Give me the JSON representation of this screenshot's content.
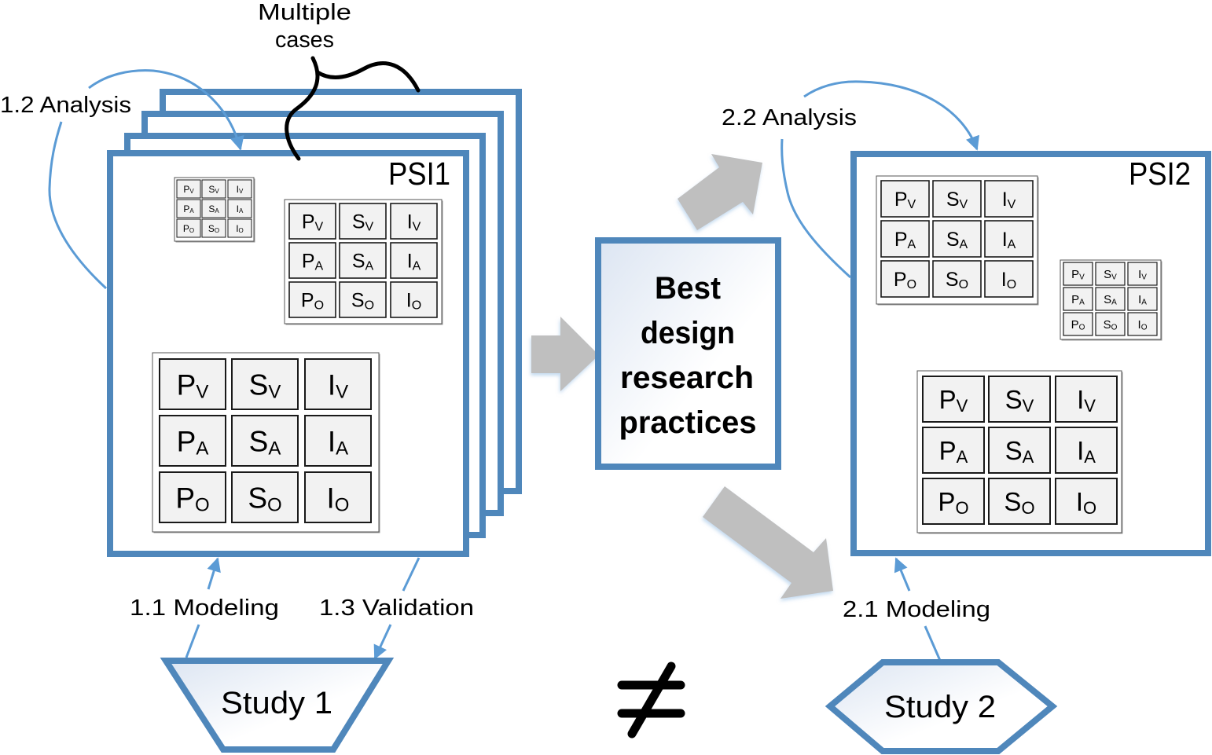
{
  "annotation": {
    "line1": "Multiple",
    "line2": "cases"
  },
  "psi1": {
    "label": "PSI1"
  },
  "psi2": {
    "label": "PSI2"
  },
  "steps": {
    "s1_1": "1.1 Modeling",
    "s1_2": "1.2 Analysis",
    "s1_3": "1.3 Validation",
    "s2_1": "2.1 Modeling",
    "s2_2": "2.2 Analysis"
  },
  "best_practices": {
    "lines": [
      "Best",
      "design",
      "research",
      "practices"
    ]
  },
  "study1": {
    "label": "Study 1"
  },
  "study2": {
    "label": "Study 2"
  },
  "comparison_icon": "not-equal",
  "matrix": {
    "rows": [
      [
        {
          "base": "P",
          "sub": "V"
        },
        {
          "base": "S",
          "sub": "V"
        },
        {
          "base": "I",
          "sub": "V"
        }
      ],
      [
        {
          "base": "P",
          "sub": "A"
        },
        {
          "base": "S",
          "sub": "A"
        },
        {
          "base": "I",
          "sub": "A"
        }
      ],
      [
        {
          "base": "P",
          "sub": "O"
        },
        {
          "base": "S",
          "sub": "O"
        },
        {
          "base": "I",
          "sub": "O"
        }
      ]
    ]
  },
  "colors": {
    "frame": "#4F87BB",
    "connector": "#5B9BD5",
    "flow": "#BFBFBF",
    "cell": "#F2F2F2",
    "ink": "#000000"
  }
}
